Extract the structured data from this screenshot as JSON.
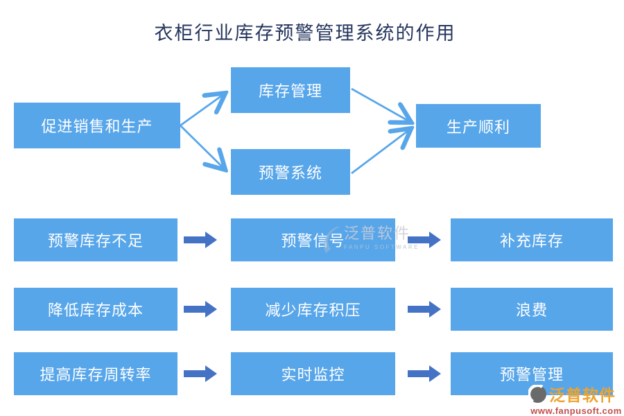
{
  "title": "衣柜行业库存预警管理系统的作用",
  "top_flow": {
    "source": "促进销售和生产",
    "branches": [
      "库存管理",
      "预警系统"
    ],
    "result": "生产顺利"
  },
  "process_rows": [
    {
      "from": "预警库存不足",
      "via": "预警信号",
      "to": "补充库存"
    },
    {
      "from": "降低库存成本",
      "via": "减少库存积压",
      "to": "浪费"
    },
    {
      "from": "提高库存周转率",
      "via": "实时监控",
      "to": "预警管理"
    }
  ],
  "watermark": {
    "brand": "泛普软件",
    "brand_en": "FANPU SOFTWARE"
  },
  "footer_logo": {
    "brand": "泛普软件",
    "website": "www.fanpusoft.com"
  },
  "colors": {
    "box_fill": "#58a6ea",
    "block_arrow": "#4472c4",
    "title_text": "#25355e",
    "brand_orange": "#eda32f",
    "website_red": "#c0504d"
  }
}
